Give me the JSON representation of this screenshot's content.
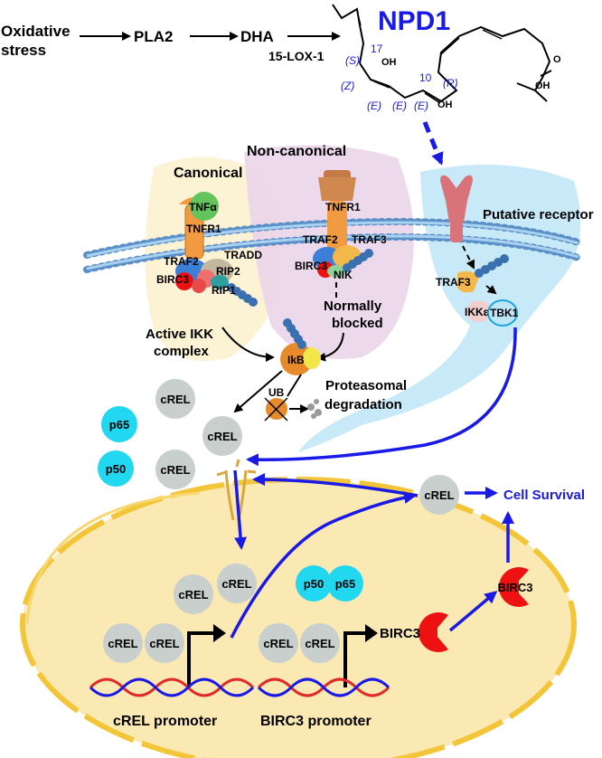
{
  "pathway": {
    "oxidative_stress": [
      "Oxidative",
      "stress"
    ],
    "pla2": "PLA2",
    "dha": "DHA",
    "lox": "15-LOX-1"
  },
  "molecule": {
    "name": "NPD1",
    "c17": "17",
    "s": "(S)",
    "oh17": "OH",
    "z": "(Z)",
    "e1": "(E)",
    "e2": "(E)",
    "e3": "(E)",
    "c10": "10",
    "r": "(R)",
    "oh10": "OH",
    "o": "O",
    "oh_acid": "OH"
  },
  "labels": {
    "canonical": "Canonical",
    "non_canonical": "Non-canonical",
    "tnfa": "TNFα",
    "tnfr1_a": "TNFR1",
    "tnfr1_b": "TNFR1",
    "traf2_a": "TRAF2",
    "tradd": "TRADD",
    "rip2": "RIP2",
    "birc3_a": "BIRC3",
    "rip1": "RIP1",
    "traf2_b": "TRAF2",
    "traf3_a": "TRAF3",
    "birc3_b": "BIRC3",
    "nik": "NIK",
    "normally_blocked": [
      "Normally",
      "blocked"
    ],
    "active_ikk": [
      "Active IKK",
      "complex"
    ],
    "putative_receptor": "Putative receptor",
    "traf3_b": "TRAF3",
    "ikke": "IKKε",
    "tbk1": "TBK1",
    "ikb": "IkB",
    "ub": "UB",
    "proteasomal": [
      "Proteasomal",
      "degradation"
    ],
    "p65_a": "p65",
    "p50_a": "p50",
    "crel_1": "cREL",
    "crel_2": "cREL",
    "crel_3": "cREL",
    "crel_4": "cREL",
    "crel_5": "cREL",
    "crel_6": "cREL",
    "crel_7": "cREL",
    "crel_8": "cREL",
    "crel_9": "cREL",
    "crel_10": "cREL",
    "p50_b": "p50",
    "p65_b": "p65",
    "birc3_gene": "BIRC3",
    "birc3_protein": "BIRC3",
    "cell_survival": "Cell Survival",
    "crel_promoter": "cREL promoter",
    "birc3_promoter": "BIRC3 promoter"
  },
  "colors": {
    "accent_blue": "#1a1ae6",
    "crel_gray": "#c8cfcd",
    "nfkb_cyan": "#22d8f0",
    "birc3_red": "#ee1111",
    "nucleus_fill": "#fbe9b3",
    "nucleus_edge": "#f3c63a"
  }
}
